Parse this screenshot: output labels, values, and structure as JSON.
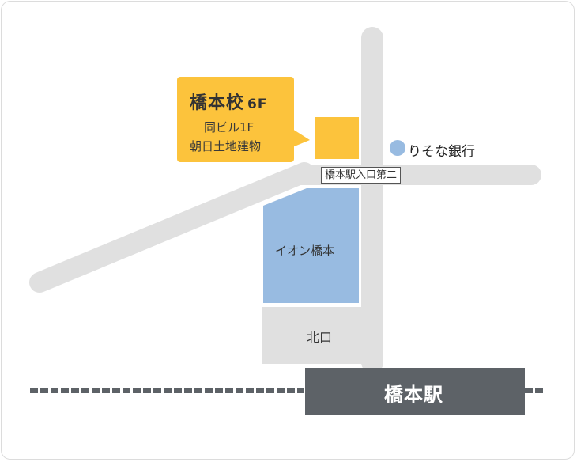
{
  "map": {
    "colors": {
      "road": "#e0e0e0",
      "school": "#fcc33c",
      "aeon": "#98bbe1",
      "north_exit": "#e0e0e0",
      "station": "#5d6267",
      "rail_dash": "#5d6267",
      "bank_marker": "#98bbe1",
      "border": "#dcdcdc"
    },
    "callout": {
      "title": "橋本校",
      "floor": "6F",
      "line1": "同ビル1F",
      "line2": "朝日土地建物"
    },
    "landmarks": {
      "bank": "りそな銀行",
      "entrance": "橋本駅入口第二",
      "aeon": "イオン橋本",
      "north_exit": "北口",
      "station": "橋本駅"
    }
  }
}
